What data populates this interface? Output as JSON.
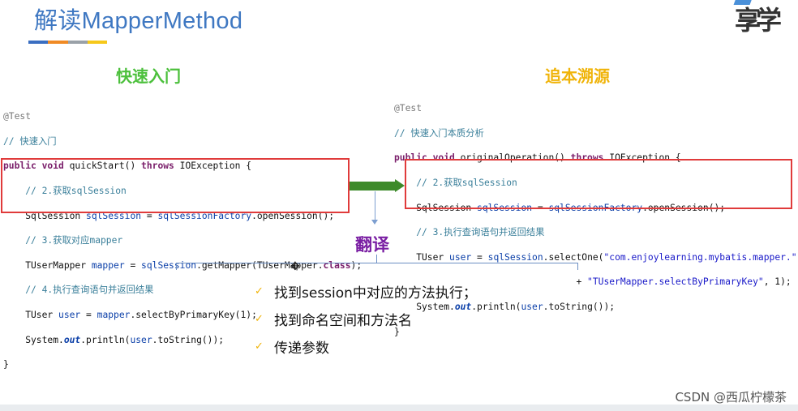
{
  "title": "解读MapperMethod",
  "title_bar_colors": [
    "#3a6ec1",
    "#f08a24",
    "#9aa1a8",
    "#f6c81a"
  ],
  "logo": {
    "text": "享学",
    "icon": "graduation-cap-icon"
  },
  "sections": {
    "left": "快速入门",
    "right": "追本溯源"
  },
  "colors": {
    "highlight_box": "#e03b3b",
    "arrow": "#3d8a2a",
    "translate": "#7a1fa3",
    "check": "#f0b40a"
  },
  "code_left": {
    "l1": "@Test",
    "l2": "// 快速入门",
    "l3_kw1": "public void",
    "l3_mid": " quickStart() ",
    "l3_kw2": "throws",
    "l3_end": " IOException {",
    "l4": "    // 2.获取sqlSession",
    "l5_a": "    SqlSession ",
    "l5_var": "sqlSession",
    "l5_b": " = ",
    "l5_var2": "sqlSessionFactory",
    "l5_c": ".openSession();",
    "l6": "    // 3.获取对应mapper",
    "l7_a": "    TUserMapper ",
    "l7_var": "mapper",
    "l7_b": " = ",
    "l7_var2": "sqlSession",
    "l7_c": ".getMapper(TUserMapper.",
    "l7_kw": "class",
    "l7_d": ");",
    "l8": "    // 4.执行查询语句并返回结果",
    "l9_a": "    TUser ",
    "l9_var": "user",
    "l9_b": " = ",
    "l9_var2": "mapper",
    "l9_c": ".selectByPrimaryKey(1);",
    "l10_a": "    System.",
    "l10_st": "out",
    "l10_b": ".println(",
    "l10_var": "user",
    "l10_c": ".toString());",
    "l11": "}"
  },
  "code_right": {
    "l1": "@Test",
    "l2": "// 快速入门本质分析",
    "l3_kw1": "public void",
    "l3_mid": " originalOperation() ",
    "l3_kw2": "throws",
    "l3_end": " IOException {",
    "l4": "    // 2.获取sqlSession",
    "l5_a": "    SqlSession ",
    "l5_var": "sqlSession",
    "l5_b": " = ",
    "l5_var2": "sqlSessionFactory",
    "l5_c": ".openSession();",
    "l6": "    // 3.执行查询语句并返回结果",
    "l7_a": "    TUser ",
    "l7_var": "user",
    "l7_b": " = ",
    "l7_var2": "sqlSession",
    "l7_c": ".selectOne(",
    "l7_str": "\"com.enjoylearning.mybatis.mapper.\"",
    "l8_a": "                                 + ",
    "l8_str": "\"TUserMapper.selectByPrimaryKey\"",
    "l8_b": ", 1);",
    "l9_a": "    System.",
    "l9_st": "out",
    "l9_b": ".println(",
    "l9_var": "user",
    "l9_c": ".toString());",
    "l10": "}"
  },
  "translate_label": "翻译",
  "bullets": [
    "找到session中对应的方法执行；",
    "找到命名空间和方法名",
    "传递参数"
  ],
  "bullet_glyph": "✓",
  "watermark": "CSDN @西瓜柠檬茶"
}
